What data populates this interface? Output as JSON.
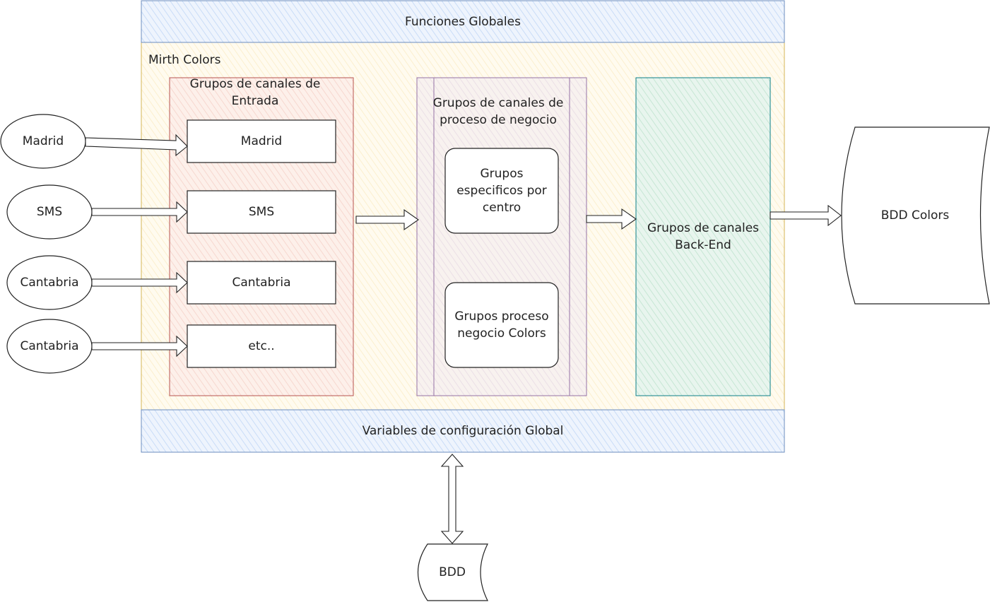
{
  "diagram": {
    "global_functions": "Funciones Globales",
    "container_title": "Mirth Colors",
    "global_config": "Variables de configuración Global",
    "input_group": {
      "title": "Grupos de canales de Entrada",
      "channels": [
        "Madrid",
        "SMS",
        "Cantabria",
        "etc.."
      ]
    },
    "sources": [
      "Madrid",
      "SMS",
      "Cantabria",
      "Cantabria"
    ],
    "business_group": {
      "title": "Grupos de canales de proceso de negocio",
      "items": [
        "Grupos especificos por centro",
        "Grupos proceso negocio Colors"
      ]
    },
    "backend_group": "Grupos de canales Back-End",
    "database_main": "BDD Colors",
    "database_config": "BDD"
  },
  "colors": {
    "blue_fill": "#dae8fc",
    "blue_stroke": "#6c8ebf",
    "yellow_fill": "#fff2cc",
    "yellow_stroke": "#d6b656",
    "red_fill": "#f8cecc",
    "red_stroke": "#b85450",
    "purple_fill": "#e1d5e7",
    "purple_stroke": "#9673a6",
    "green_fill": "#d5e8d4",
    "teal_stroke": "#0e8088"
  }
}
